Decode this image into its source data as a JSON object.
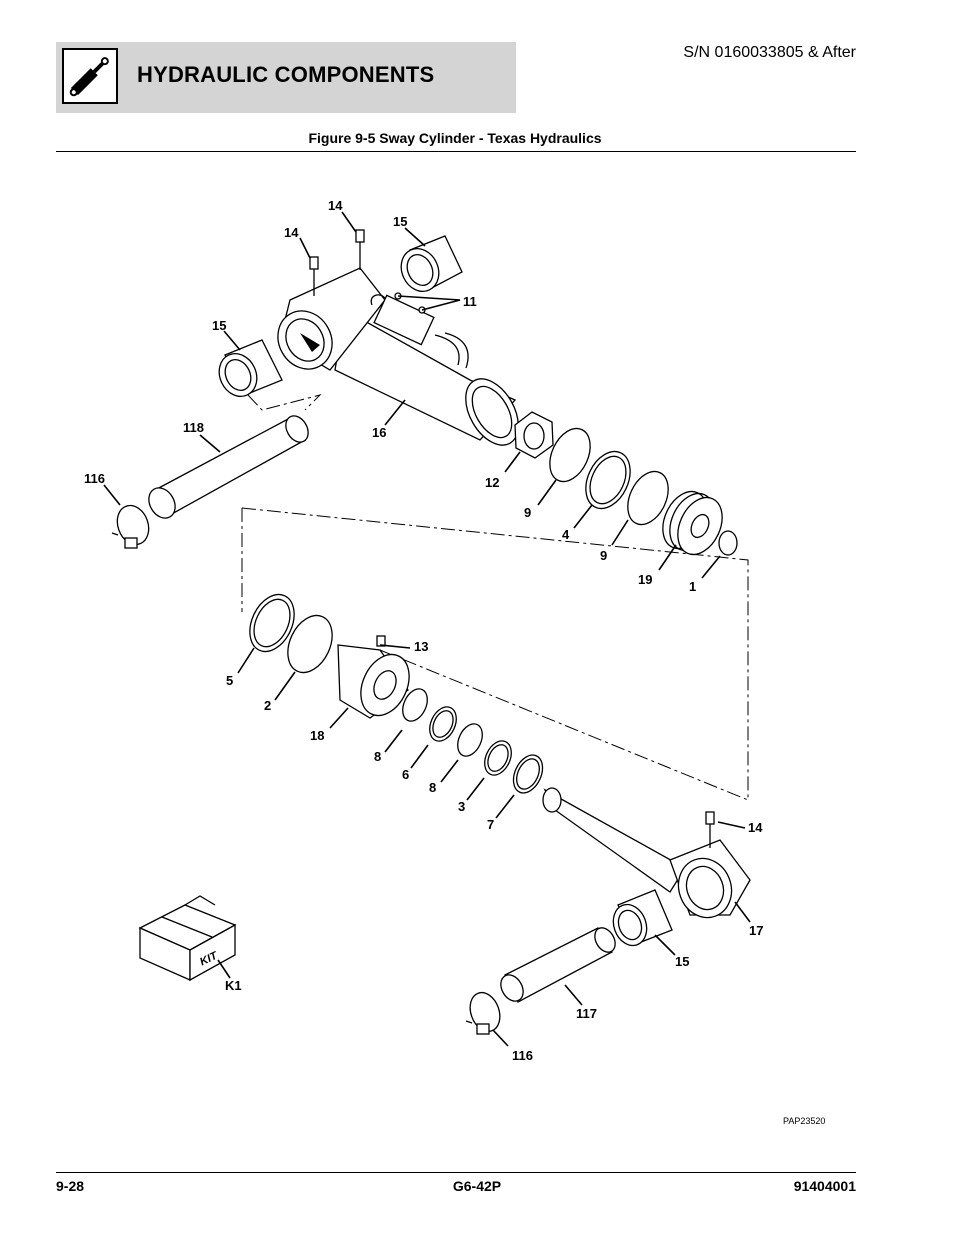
{
  "header": {
    "section_title": "HYDRAULIC COMPONENTS",
    "icon": "hydraulic-cylinder-icon",
    "serial_number": "S/N 0160033805 & After"
  },
  "figure": {
    "title": "Figure 9-5 Sway Cylinder - Texas Hydraulics",
    "reference_code": "PAP23520",
    "callouts": [
      "14",
      "14",
      "15",
      "11",
      "15",
      "16",
      "118",
      "116",
      "12",
      "9",
      "4",
      "9",
      "19",
      "1",
      "13",
      "5",
      "2",
      "18",
      "8",
      "6",
      "8",
      "3",
      "7",
      "14",
      "17",
      "15",
      "K1",
      "117",
      "116"
    ],
    "kit_label": "KIT"
  },
  "footer": {
    "page_number": "9-28",
    "model": "G6-42P",
    "part_number": "91404001"
  }
}
